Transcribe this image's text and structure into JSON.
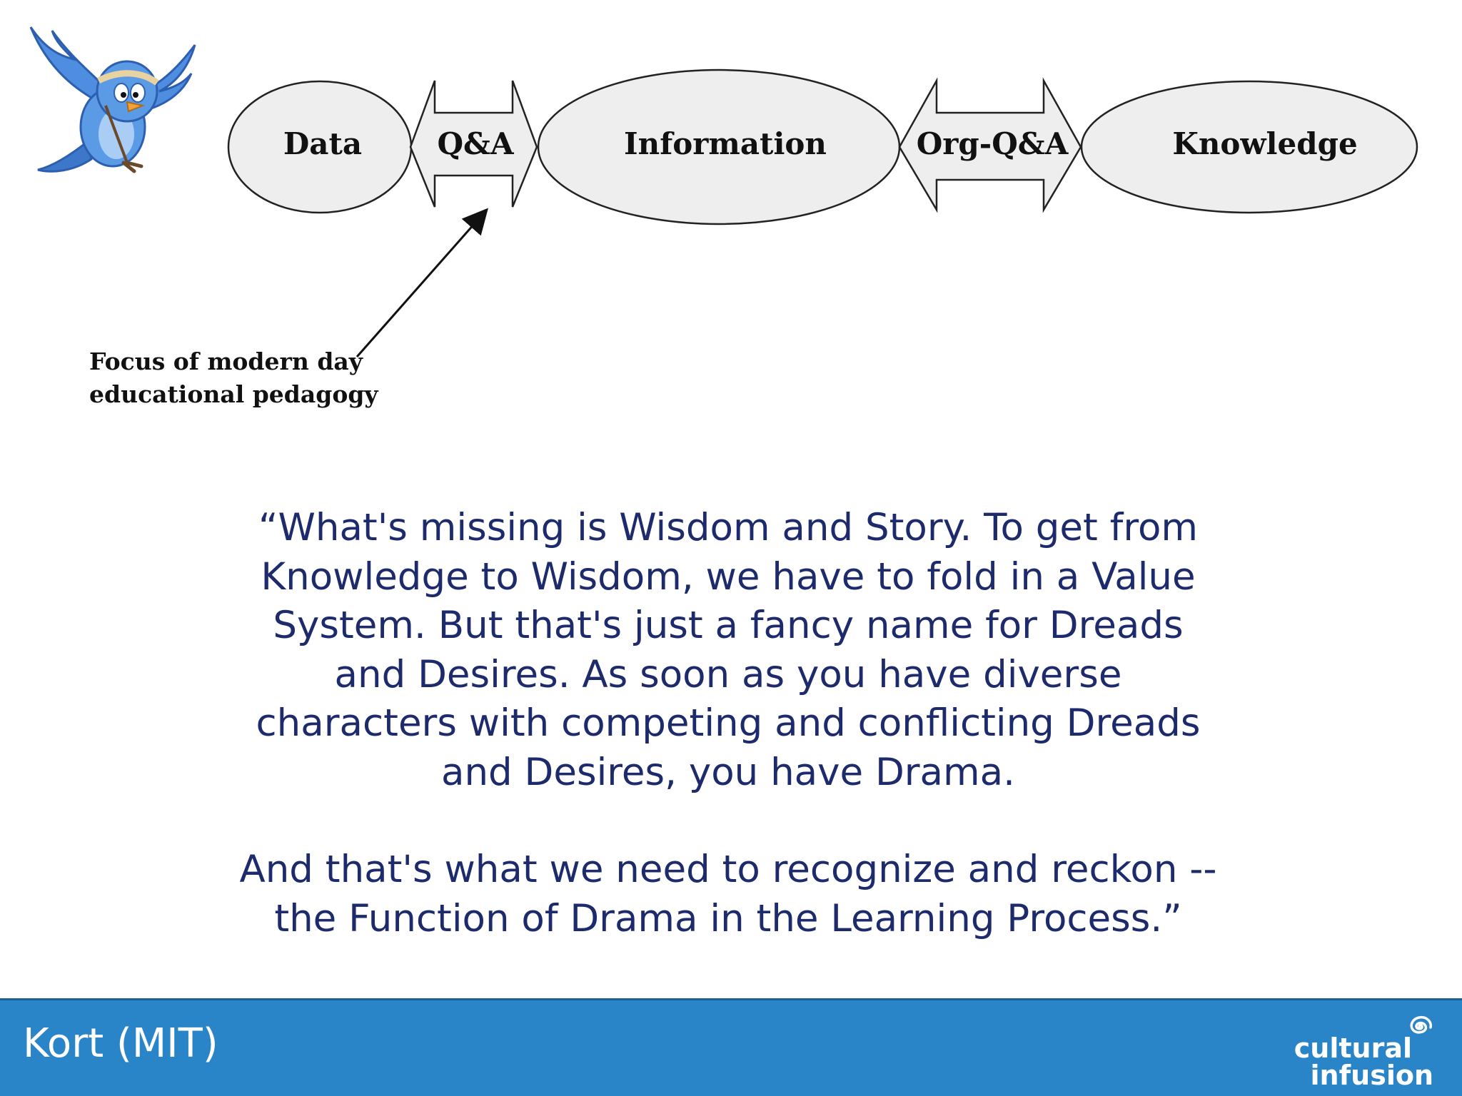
{
  "diagram": {
    "nodes": {
      "data": "Data",
      "information": "Information",
      "knowledge": "Knowledge"
    },
    "arrows": {
      "qa": "Q&A",
      "org_qa": "Org-Q&A"
    },
    "annotation": {
      "line1": "Focus of modern day",
      "line2": "educational pedagogy"
    }
  },
  "quote": {
    "paragraph1": "“What's missing is Wisdom and Story. To get from Knowledge to Wisdom, we have to fold in a Value System. But that's just a fancy name for Dreads and Desires. As soon as you have diverse characters with competing and conflicting Dreads and Desires, you have Drama.",
    "paragraph2": "And that's what we need to recognize and reckon -- the Function of Drama in the Learning Process.”"
  },
  "footer": {
    "title": "Kort (MIT)",
    "logo_line1": "cultural",
    "logo_line2": "infusion"
  },
  "colors": {
    "footer_bar": "#2a84c8",
    "quote_text": "#1d2a6b",
    "diagram_fill": "#eeeeee",
    "diagram_stroke": "#222222"
  },
  "icons": {
    "mascot": "cartoon-bluebird-icon",
    "logo_swirl": "spiral-swirl-icon",
    "pointer": "diagonal-arrow-icon"
  }
}
